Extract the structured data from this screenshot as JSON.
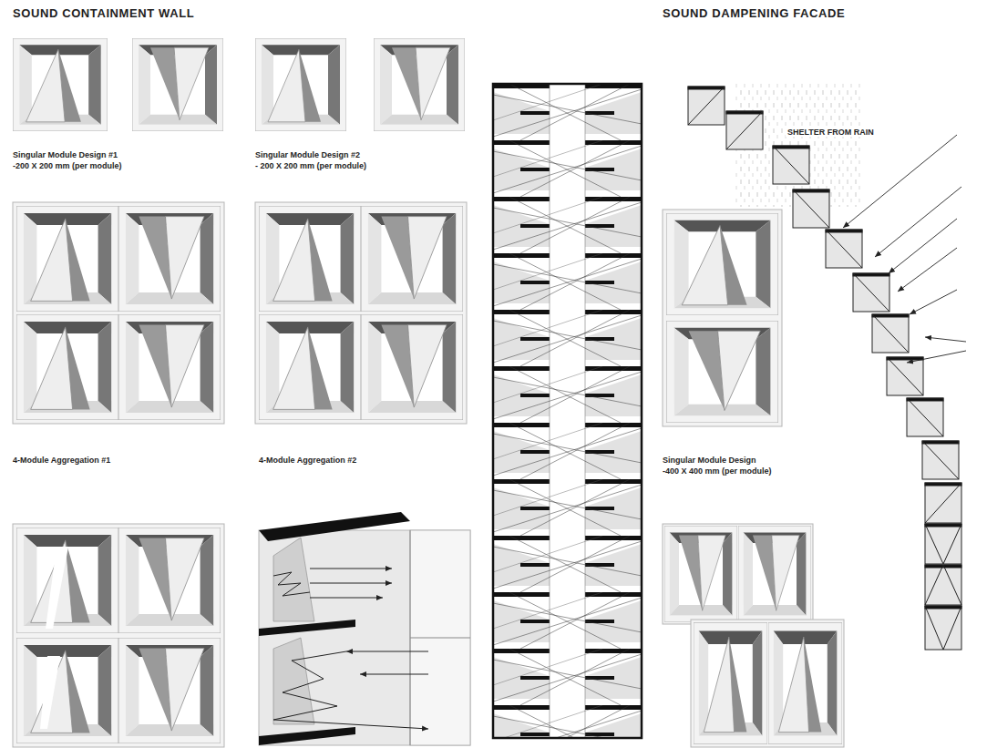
{
  "diagram": {
    "labels": [
      "SOUND CONTAINMENT WALL",
      "SOUND DAMPENING FACADE",
      "Singular Module Design #1",
      "-200 X 200 mm (per module)",
      "Singular Module Design #2",
      "- 200 X 200 mm (per module)",
      "4-Module Aggregation #1",
      "4-Module Aggregation #2",
      "SHELTER FROM RAIN",
      "Singular Module Design",
      "-400 X 400 mm (per module)"
    ]
  }
}
